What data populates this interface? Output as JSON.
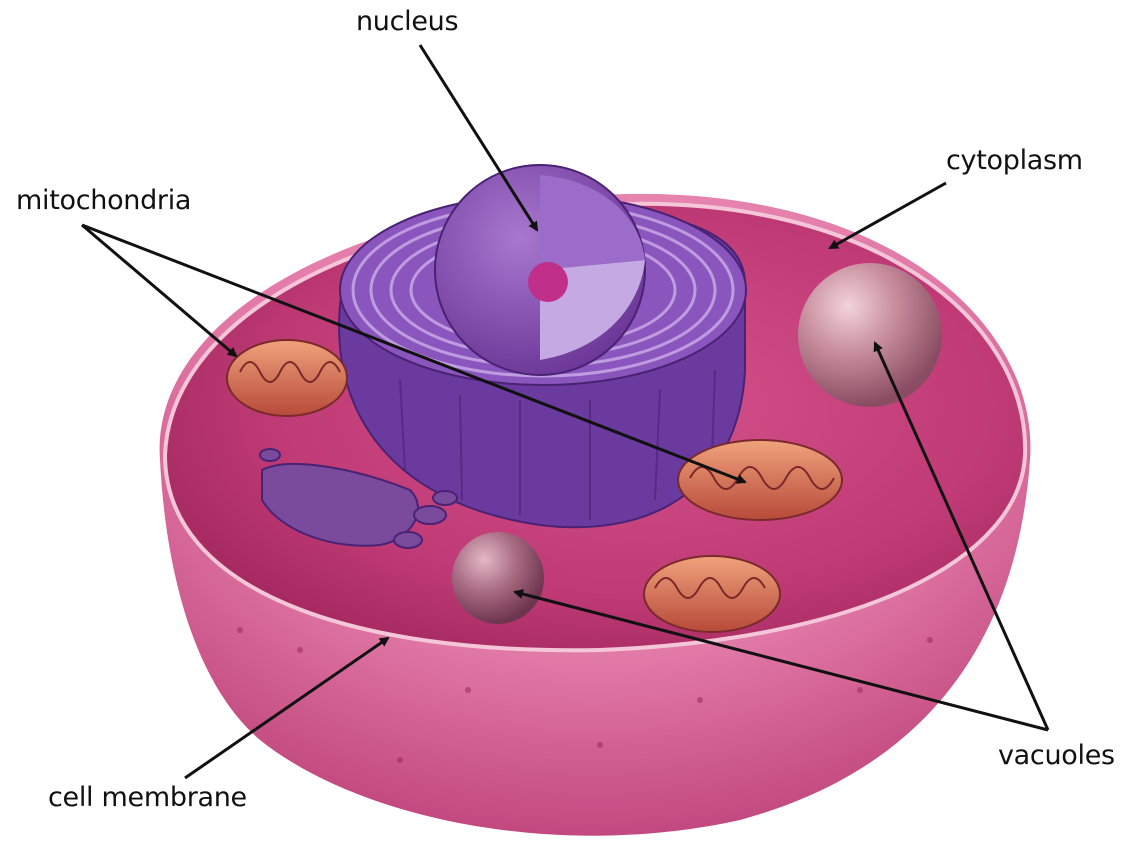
{
  "labels": {
    "nucleus": "nucleus",
    "cytoplasm": "cytoplasm",
    "mitochondria": "mitochondria",
    "cell_membrane": "cell membrane",
    "vacuoles": "vacuoles"
  },
  "colors": {
    "cytoplasm": "#c63a78",
    "membrane_outer": "#e07ba6",
    "nucleus": "#7a3fa8",
    "endoplasmic_reticulum": "#6d3aa0",
    "mitochondria": "#c85a45",
    "vacuole": "#b07a8c",
    "arrow": "#111111"
  }
}
